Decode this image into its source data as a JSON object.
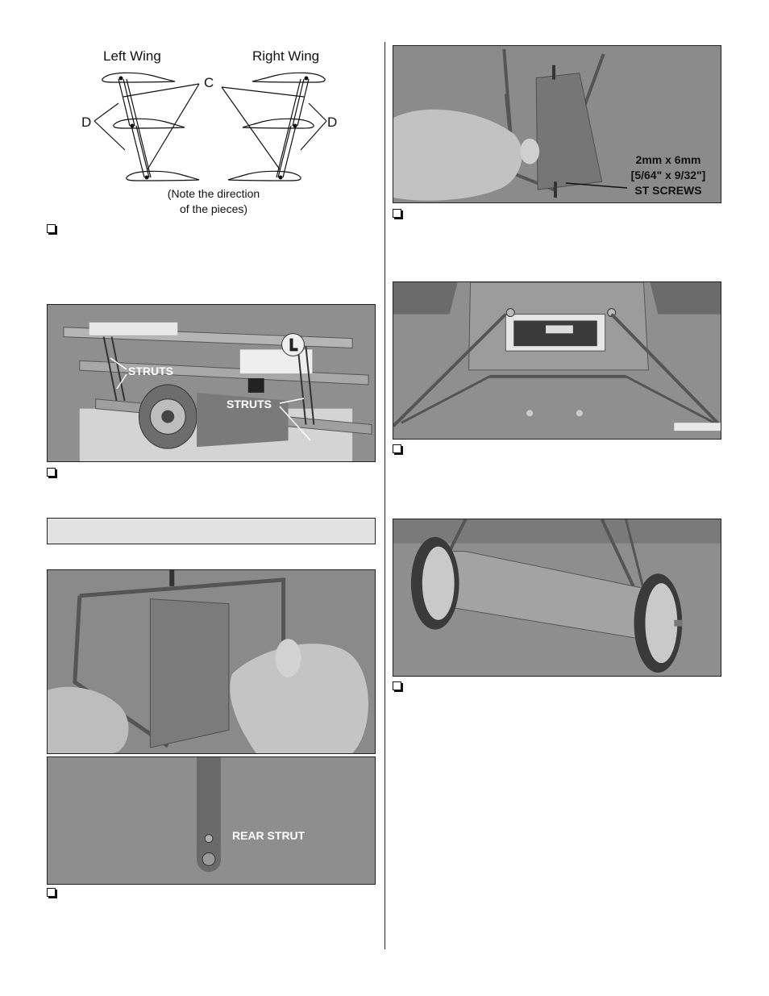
{
  "diagram": {
    "left_wing": "Left Wing",
    "right_wing": "Right Wing",
    "label_c": "C",
    "label_d_left": "D",
    "label_d_right": "D",
    "note_line1": "(Note the direction",
    "note_line2": "of the pieces)"
  },
  "photos": {
    "triplane_struts": {
      "label_left": "STRUTS",
      "label_right": "STRUTS"
    },
    "screws": {
      "line1": "2mm x 6mm",
      "line2": "[5/64\" x 9/32\"]",
      "line3": "ST SCREWS"
    },
    "rear_strut": {
      "label": "REAR STRUT"
    }
  },
  "colors": {
    "photo_bg": "#8d8d8d",
    "photo_dark": "#5c5c5c",
    "photo_light": "#c8c8c8",
    "section_fill": "#e2e2e2"
  }
}
